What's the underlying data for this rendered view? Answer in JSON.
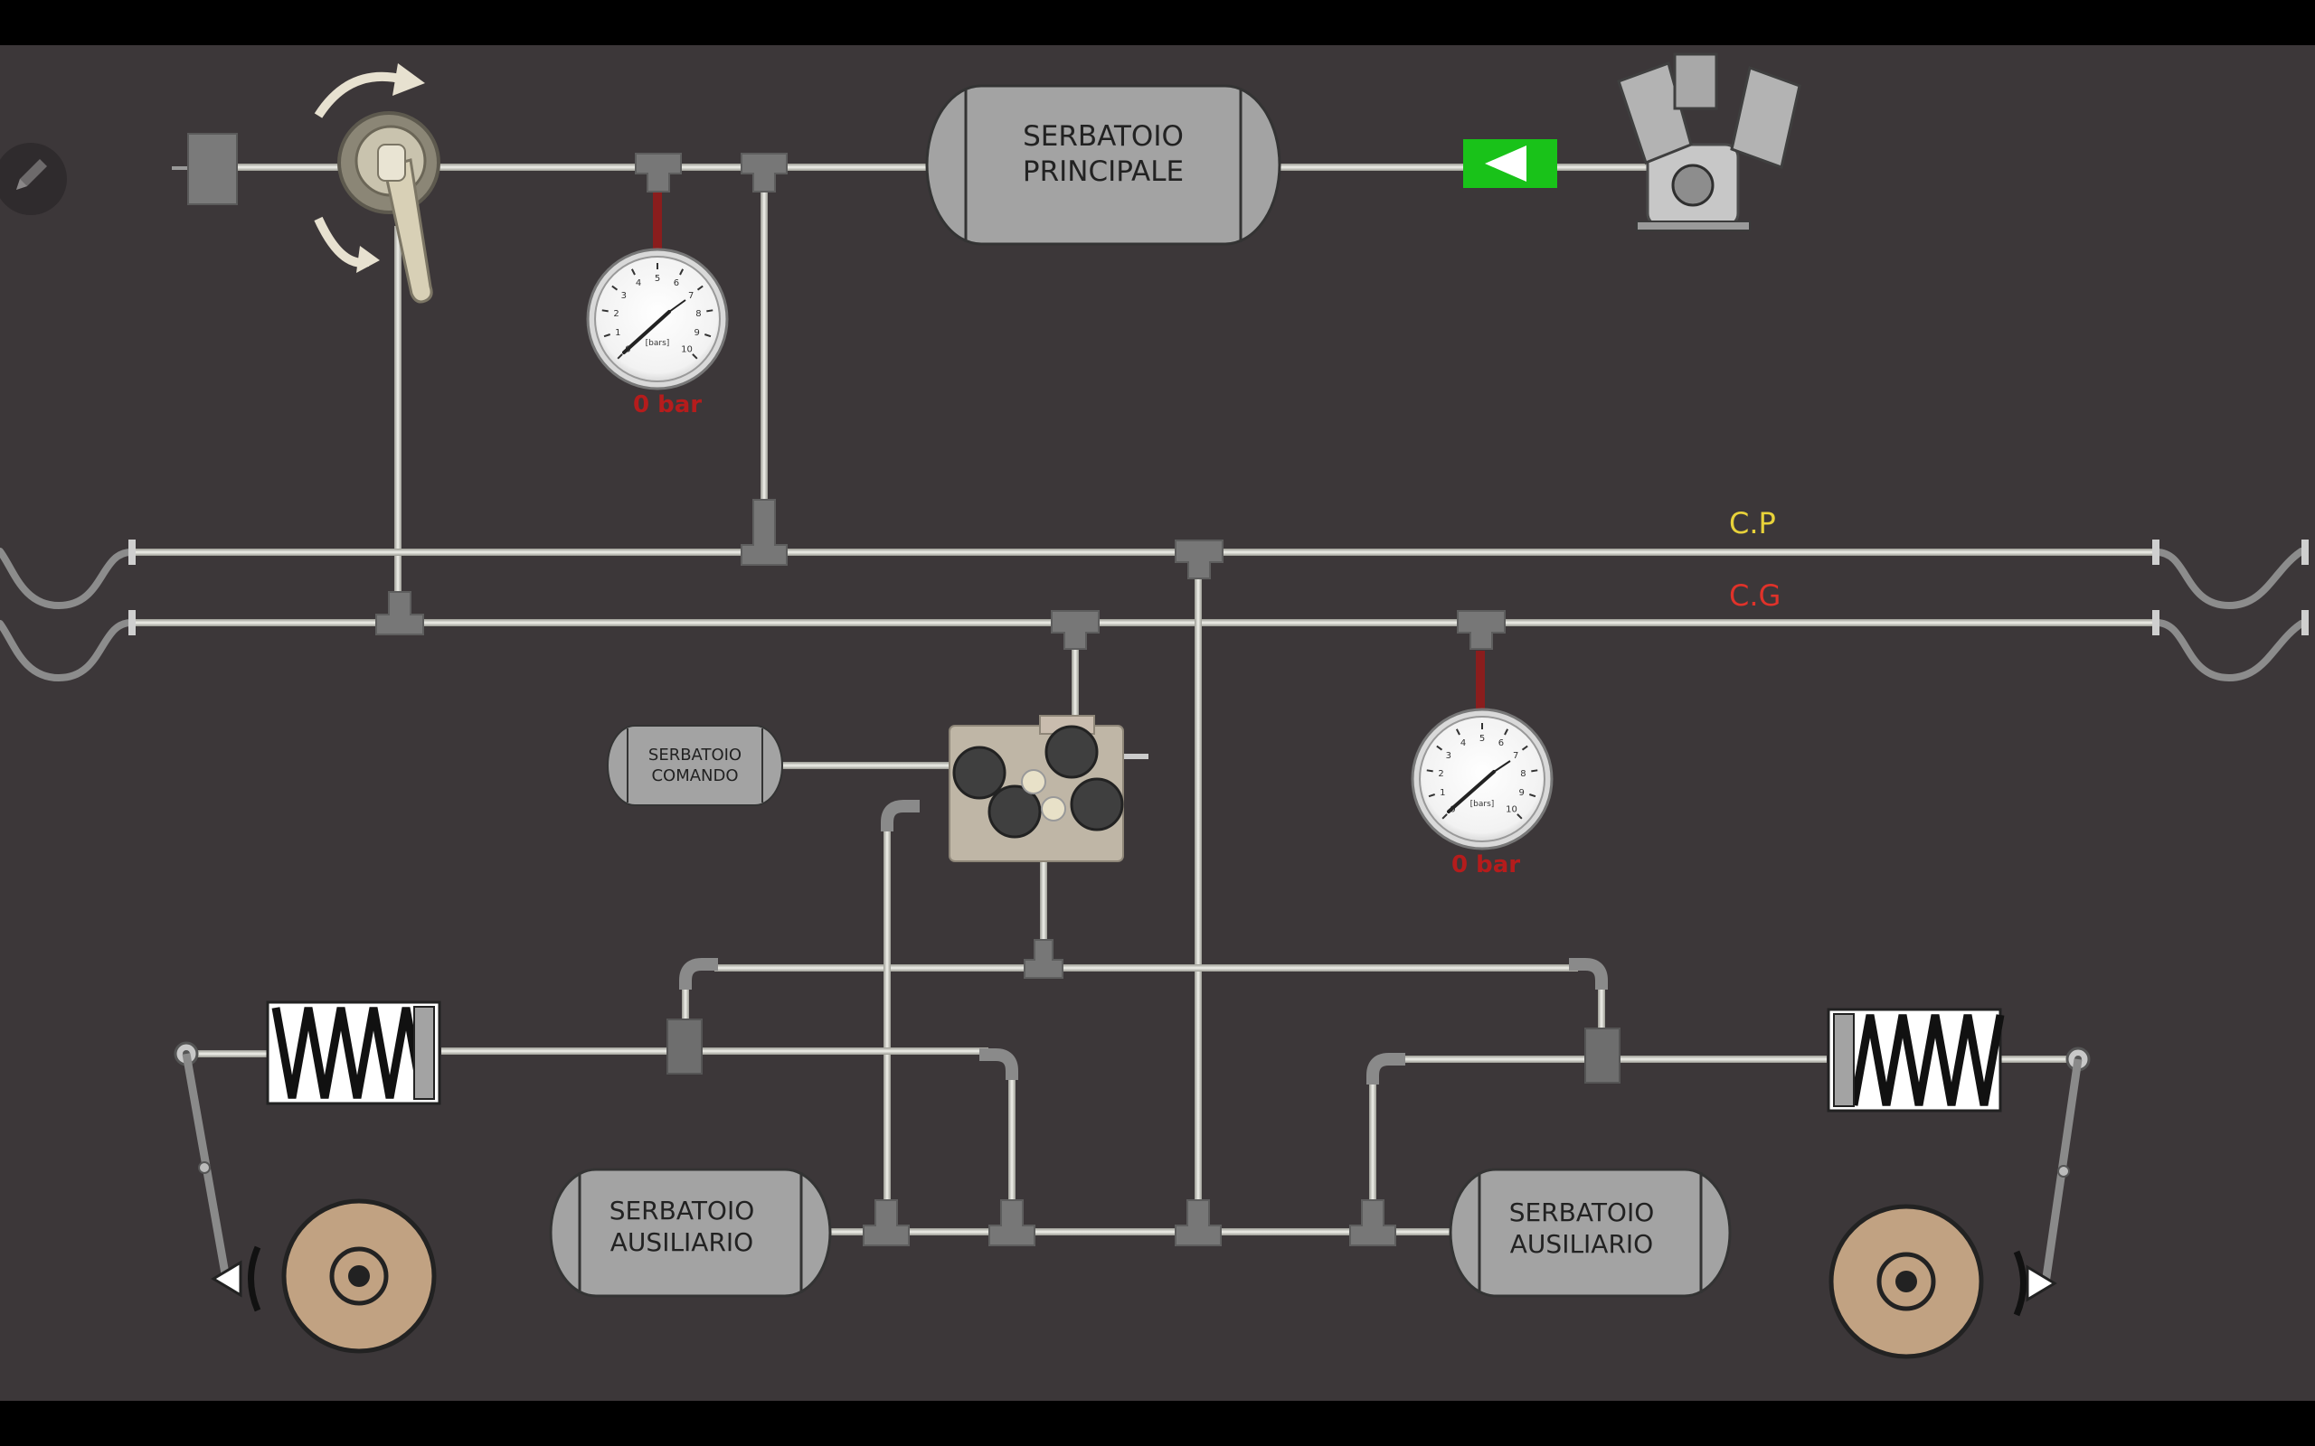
{
  "tanks": {
    "main": "SERBATOIO PRINCIPALE",
    "command": "SERBATOIO COMANDO",
    "aux_left": "SERBATOIO AUSILIARIO",
    "aux_right": "SERBATOIO AUSILIARIO"
  },
  "tank_lines": {
    "main": [
      "SERBATOIO",
      "PRINCIPALE"
    ],
    "command": [
      "SERBATOIO",
      "COMANDO"
    ],
    "aux_left": [
      "SERBATOIO",
      "AUSILIARIO"
    ],
    "aux_right": [
      "SERBATOIO",
      "AUSILIARIO"
    ]
  },
  "lines": {
    "cp_label": "C.P",
    "cg_label": "C.G",
    "cp_color": "#e8d23a",
    "cg_color": "#e0322a"
  },
  "gauges": {
    "top": {
      "reading": "0 bar",
      "unit": "[bars]",
      "ticks": [
        "0",
        "1",
        "2",
        "3",
        "4",
        "5",
        "6",
        "7",
        "8",
        "9",
        "10"
      ]
    },
    "middle": {
      "reading": "0 bar",
      "unit": "[bars]",
      "ticks": [
        "0",
        "1",
        "2",
        "3",
        "4",
        "5",
        "6",
        "7",
        "8",
        "9",
        "10"
      ]
    }
  },
  "controls": {
    "edit": "pencil-icon",
    "compressor_toggle": "play-left-icon",
    "compressor_toggle_color": "#19c219"
  },
  "colors": {
    "background": "#3c3739",
    "pipe": "#d6d6cf",
    "fitting": "#7a7a7a",
    "tank_fill": "#a3a3a3",
    "wheel": "#c1a282"
  }
}
